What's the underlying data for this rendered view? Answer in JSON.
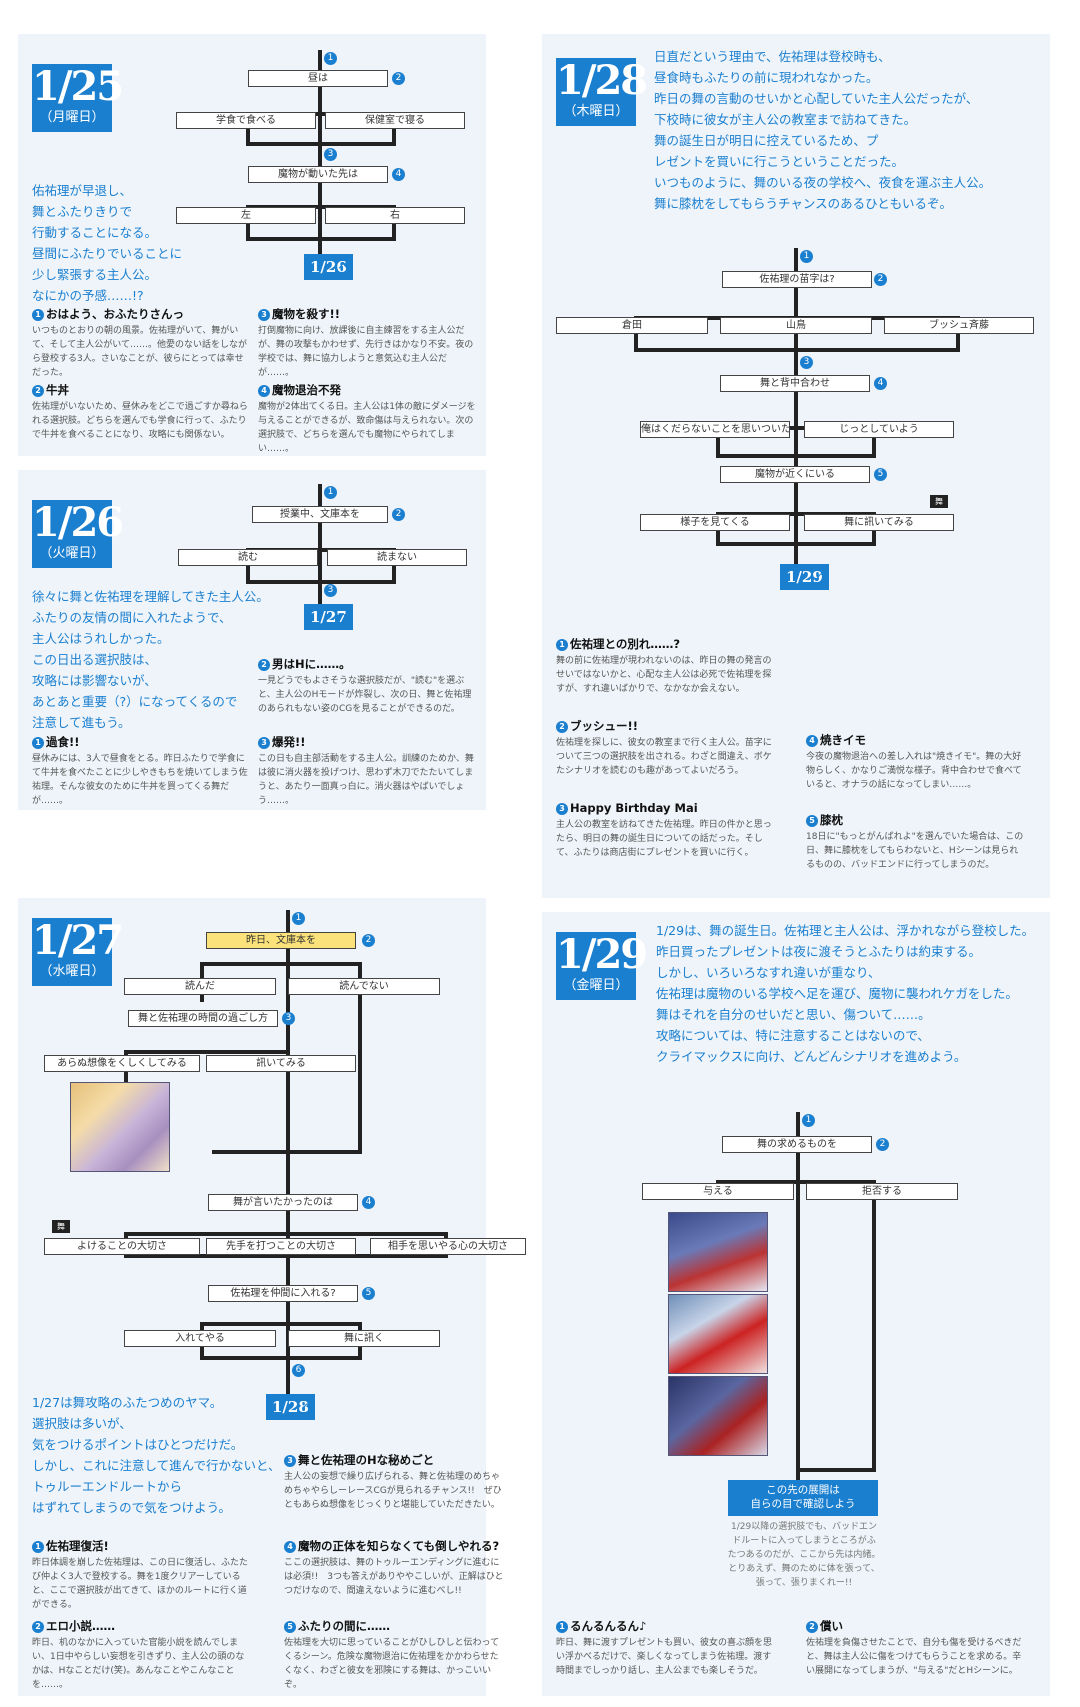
{
  "p125": {
    "date": "1/25",
    "weekday": "（月曜日）",
    "intro": "佑祐理が早退し、\n舞とふたりきりで\n行動することになる。\n昼間にふたりでいることに\n少し緊張する主人公。\nなにかの予感……!?",
    "choices": [
      "昼は",
      "学食で食べる",
      "保健室で寝る",
      "魔物が動いた先は",
      "左",
      "右"
    ],
    "nums": [
      "1",
      "2",
      "3",
      "4"
    ],
    "next": "1/26",
    "notes": [
      {
        "n": "1",
        "title": "おはよう、おふたりさんっ",
        "body": "いつものとおりの朝の風景。佐祐理がいて、舞がいて、そして主人公がいて……。他愛のない話をしながら登校する3人。さいなことが、彼らにとっては幸せだった。"
      },
      {
        "n": "2",
        "title": "牛丼",
        "body": "佐祐理がいないため、昼休みをどこで過ごすか尋ねられる選択肢。どちらを選んでも学食に行って、ふたりで牛丼を食べることになり、攻略にも関係ない。"
      },
      {
        "n": "3",
        "title": "魔物を殺す!!",
        "body": "打倒魔物に向け、放課後に自主練習をする主人公だが、舞の攻撃もかわせず、先行きはかなり不安。夜の学校では、舞に協力しようと意気込む主人公だが……。"
      },
      {
        "n": "4",
        "title": "魔物退治不発",
        "body": "魔物が2体出てくる日。主人公は1体の敵にダメージを与えることができるが、致命傷は与えられない。次の選択肢で、どちらを選んでも魔物にやられてしまい……。"
      }
    ]
  },
  "p126": {
    "date": "1/26",
    "weekday": "（火曜日）",
    "intro": "徐々に舞と佐祐理を理解してきた主人公。\nふたりの友情の間に入れたようで、\n主人公はうれしかった。\nこの日出る選択肢は、\n攻略には影響ないが、\nあとあと重要（?）になってくるので\n注意して進もう。",
    "choices": [
      "授業中、文庫本を",
      "読む",
      "読まない"
    ],
    "nums": [
      "1",
      "2",
      "3"
    ],
    "next": "1/27",
    "notes": [
      {
        "n": "1",
        "title": "過食!!",
        "body": "昼休みには、3人で昼食をとる。昨日ふたりで学食にて牛丼を食べたことに少しやきもちを焼いてしまう佐祐理。そんな彼女のために牛丼を買ってくる舞だが……。"
      },
      {
        "n": "2",
        "title": "男はHに……。",
        "body": "一見どうでもよさそうな選択肢だが、\"読む\"を選ぶと、主人公のHモードが炸裂し、次の日、舞と佐祐理のあられもない姿のCGを見ることができるのだ。"
      },
      {
        "n": "3",
        "title": "爆発!!",
        "body": "この日も自主部活動をする主人公。訓練のためか、舞は彼に消火器を投げつけ、思わず木刀でたたいてしまうと、あたり一面真っ白に。消火器はやばいでしょう……。"
      }
    ]
  },
  "p127": {
    "date": "1/27",
    "weekday": "（水曜日）",
    "intro": "1/27は舞攻略のふたつめのヤマ。\n選択肢は多いが、\n気をつけるポイントはひとつだけだ。\nしかし、これに注意して進んで行かないと、\nトゥルーエンドルートから\nはずれてしまうので気をつけよう。",
    "choices": [
      "昨日、文庫本を",
      "読んだ",
      "読んでない",
      "舞と佐祐理の時間の過ごし方",
      "あらぬ想像をくしくしてみる",
      "訊いてみる",
      "舞が言いたかったのは",
      "よけることの大切さ",
      "先手を打つことの大切さ",
      "相手を思いやる心の大切さ",
      "佐祐理を仲間に入れる?",
      "入れてやる",
      "舞に訊く"
    ],
    "nums": [
      "1",
      "2",
      "3",
      "4",
      "5",
      "6"
    ],
    "tag": "舞",
    "next": "1/28",
    "notes": [
      {
        "n": "1",
        "title": "佐祐理復活!",
        "body": "昨日体調を崩した佐祐理は、この日に復活し、ふたたび仲よく3人で登校する。舞を1度クリアーしていると、ここで選択肢が出てきて、ほかのルートに行く道ができる。"
      },
      {
        "n": "2",
        "title": "エロ小説……",
        "body": "昨日、机のなかに入っていた官能小説を読んでしまい、1日中やらしい妄想を引きずり、主人公の頭のなかは、Hなことだけ(笑)。あんなことやこんなことを……。"
      },
      {
        "n": "3",
        "title": "舞と佐祐理のHな秘めごと",
        "body": "主人公の妄想で繰り広げられる、舞と佐祐理のめちゃめちゃやらしーレースCGが見られるチャンス!!　ぜひともあらぬ想像をじっくりと堪能していただきたい。"
      },
      {
        "n": "4",
        "title": "魔物の正体を知らなくても倒しやれる?",
        "body": "ここの選択肢は、舞のトゥルーエンディングに進むには必須!!　3つも答えがありややこしいが、正解はひとつだけなので、間違えないように進むべし!!"
      },
      {
        "n": "5",
        "title": "ふたりの間に……",
        "body": "佐祐理を大切に思っていることがひしひしと伝わってくるシーン。危険な魔物退治に佐祐理をかかわらせたくなく、わざと彼女を邪険にする舞は、かっこいいぞ。"
      }
    ]
  },
  "p128": {
    "date": "1/28",
    "weekday": "（木曜日）",
    "intro": "日直だという理由で、佐祐理は登校時も、\n昼食時もふたりの前に現われなかった。\n昨日の舞の言動のせいかと心配していた主人公だったが、\n下校時に彼女が主人公の教室まで訪ねてきた。\n舞の誕生日が明日に控えているため、プ\nレゼントを買いに行こうということだった。\nいつものように、舞のいる夜の学校へ、夜食を運ぶ主人公。\n舞に膝枕をしてもらうチャンスのあるひともいるぞ。",
    "choices": [
      "佐祐理の苗字は?",
      "倉田",
      "山鳥",
      "ブッシュ斉藤",
      "舞と背中合わせ",
      "俺はくだらないことを思いついた",
      "じっとしていよう",
      "魔物が近くにいる",
      "様子を見てくる",
      "舞に訊いてみる"
    ],
    "nums": [
      "1",
      "2",
      "3",
      "4",
      "5"
    ],
    "tag": "舞",
    "next": "1/29",
    "notes": [
      {
        "n": "1",
        "title": "佐祐理との別れ……?",
        "body": "舞の前に佐祐理が現われないのは、昨日の舞の発言のせいではないかと、心配な主人公は必死で佐祐理を探すが、すれ違いばかりで、なかなか会えない。"
      },
      {
        "n": "2",
        "title": "ブッシュー!!",
        "body": "佐祐理を探しに、彼女の教室まで行く主人公。苗字について三つの選択肢を出される。わざと間違え、ボケたシナリオを読むのも趣があってよいだろう。"
      },
      {
        "n": "3",
        "title": "Happy Birthday Mai",
        "body": "主人公の教室を訪ねてきた佐祐理。昨日の件かと思ったら、明日の舞の誕生日についての話だった。そして、ふたりは商店街にプレゼントを買いに行く。"
      },
      {
        "n": "4",
        "title": "焼きイモ",
        "body": "今夜の魔物退治への差し入れは\"焼きイモ\"。舞の大好物らしく、かなりご満悦な様子。背中合わせで食べていると、オナラの話になってしまい……。"
      },
      {
        "n": "5",
        "title": "膝枕",
        "body": "18日に\"もっとがんばれよ\"を選んでいた場合は、この日、舞に膝枕をしてもらわないと、Hシーンは見られるものの、バッドエンドに行ってしまうのだ。"
      }
    ]
  },
  "p129": {
    "date": "1/29",
    "weekday": "（金曜日）",
    "intro": "1/29は、舞の誕生日。佐祐理と主人公は、浮かれながら登校した。\n昨日買ったプレゼントは夜に渡そうとふたりは約束する。\nしかし、いろいろなすれ違いが重なり、\n佐祐理は魔物のいる学校へ足を運び、魔物に襲われケガをした。\n舞はそれを自分のせいだと思い、傷ついて……。\n攻略については、特に注意することはないので、\nクライマックスに向け、どんどんシナリオを進めよう。",
    "choices": [
      "舞の求めるものを",
      "与える",
      "拒否する"
    ],
    "nums": [
      "1",
      "2"
    ],
    "end_box": "この先の展開は\n自らの目で確認しよう",
    "end_note": "1/29以降の選択肢でも、バッドエン\nドルートに入ってしまうところがふ\nたつあるのだが、ここから先は内緒。\nとりあえず、舞のために体を張って、\n張って、張りまくれー!!",
    "notes": [
      {
        "n": "1",
        "title": "るんるんるん♪",
        "body": "昨日、舞に渡すプレゼントも買い、彼女の喜ぶ顔を思い浮かべるだけで、楽しくなってしまう佐祐理。渡す時間までしっかり話し、主人公までも楽しそうだ。"
      },
      {
        "n": "2",
        "title": "償い",
        "body": "佐祐理を負傷させたことで、自分も傷を受けるべきだと、舞は主人公に傷をつけてもらうことを求める。辛い展開になってしまうが、\"与える\"だとHシーンに。"
      }
    ]
  }
}
